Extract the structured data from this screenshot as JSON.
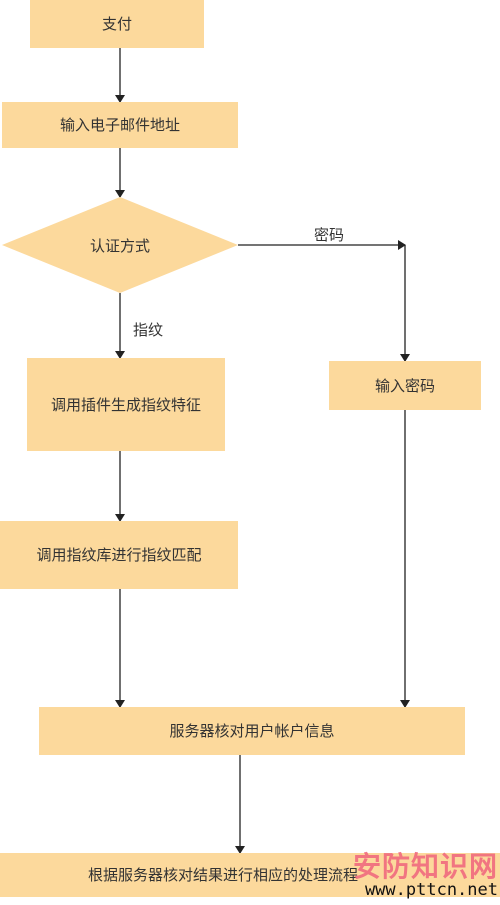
{
  "diagram": {
    "nodes": {
      "pay": "支付",
      "enter_email": "输入电子邮件地址",
      "auth_method": "认证方式",
      "call_plugin": "调用插件生成指纹特征",
      "enter_password": "输入密码",
      "match_fingerprint": "调用指纹库进行指纹匹配",
      "verify_account": "服务器核对用户帐户信息",
      "process_result": "根据服务器核对结果进行相应的处理流程"
    },
    "edges": {
      "password_label": "密码",
      "fingerprint_label": "指纹"
    }
  },
  "watermark": {
    "chinese": "安防知识网",
    "url": "www.pttcn.net"
  },
  "colors": {
    "box_fill": "#fcd99c",
    "line": "#222222",
    "watermark_cn": "#f06b7f"
  }
}
